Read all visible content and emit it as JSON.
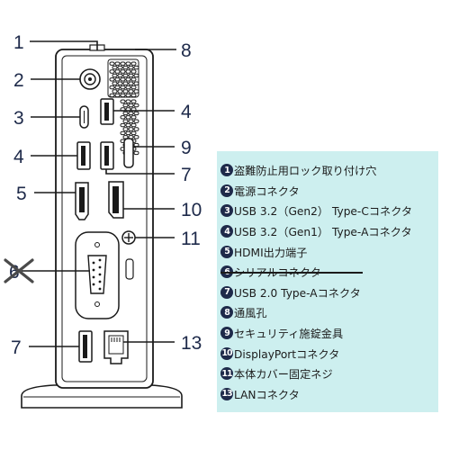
{
  "callouts": {
    "left": [
      "1",
      "2",
      "3",
      "4",
      "5",
      "6",
      "7"
    ],
    "right": [
      "8",
      "4",
      "9",
      "7",
      "10",
      "11",
      "13"
    ]
  },
  "legend": [
    {
      "marker": "1",
      "text": "盗難防止用ロック取り付け穴",
      "struck": false
    },
    {
      "marker": "2",
      "text": "電源コネクタ",
      "struck": false
    },
    {
      "marker": "3",
      "text": "USB 3.2（Gen2） Type-Cコネクタ",
      "struck": false
    },
    {
      "marker": "4",
      "text": "USB 3.2（Gen1） Type-Aコネクタ",
      "struck": false
    },
    {
      "marker": "5",
      "text": "HDMI出力端子",
      "struck": false
    },
    {
      "marker": "6",
      "text": "シリアルコネクタ",
      "struck": true
    },
    {
      "marker": "7",
      "text": "USB 2.0 Type-Aコネクタ",
      "struck": false
    },
    {
      "marker": "8",
      "text": "通風孔",
      "struck": false
    },
    {
      "marker": "9",
      "text": "セキュリティ施錠金具",
      "struck": false
    },
    {
      "marker": "10",
      "text": "DisplayPortコネクタ",
      "struck": false
    },
    {
      "marker": "11",
      "text": "本体カバー固定ネジ",
      "struck": false
    },
    {
      "marker": "13",
      "text": "LANコネクタ",
      "struck": false
    }
  ],
  "colors": {
    "legend_background": "#cdefef",
    "callout_text": "#1e2a4a",
    "drawing_line": "#1a1a1a"
  }
}
